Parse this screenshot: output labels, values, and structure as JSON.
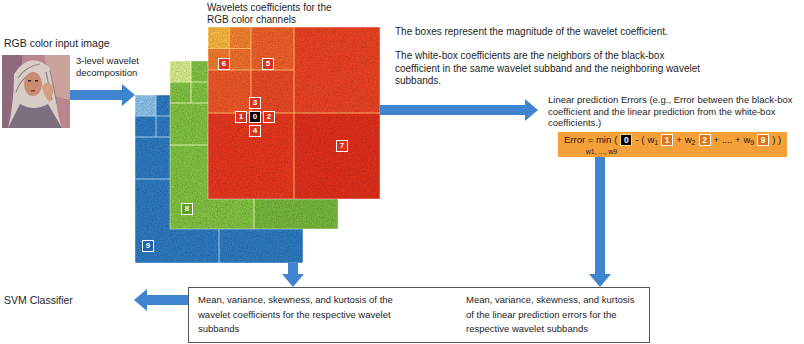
{
  "diagram": {
    "nodes": [
      {
        "text": [
          "RGB color input image"
        ]
      },
      {
        "text": [
          "Wavelets coefficients for the RGB color channels"
        ]
      },
      {
        "text": [
          "Linear prediction Errors (e.g., Error between the black-box coefficient and the linear prediction from the white-box coefficients.)",
          "Error = min",
          "w1, ..., w9",
          "(",
          "0",
          "- (",
          "w",
          "1",
          "1",
          "+",
          "w",
          "2",
          "2",
          "+ .... +",
          "w",
          "9",
          "9",
          ") )"
        ]
      },
      {
        "text": [
          "Mean, variance, skewness, and kurtosis of the wavelet coefficients for the respective wavelet subbands",
          "Mean, variance, skewness, and kurtosis of the linear prediction errors for the respective wavelet subbands"
        ]
      },
      {
        "text": [
          "SVM Classifier"
        ]
      }
    ],
    "edges": [
      {
        "from": 0,
        "to": 1,
        "arrow": "to",
        "label": "3-level wavelet decomposition"
      },
      {
        "from": 1,
        "to": 2,
        "arrow": "to"
      },
      {
        "from": 1,
        "to": 3,
        "arrow": "to"
      },
      {
        "from": 2,
        "to": 3,
        "arrow": "to"
      },
      {
        "from": 3,
        "to": 4,
        "arrow": "to"
      }
    ],
    "labels": [
      "The boxes represent the magnitude of the wavelet coefficient.",
      "The white-box coefficients are the neighbors of the black-box coefficient in the same wavelet subband and the neighboring wavelet subbands.",
      "6",
      "5",
      "3",
      "1",
      "0",
      "2",
      "4",
      "7",
      "8",
      "9"
    ]
  }
}
